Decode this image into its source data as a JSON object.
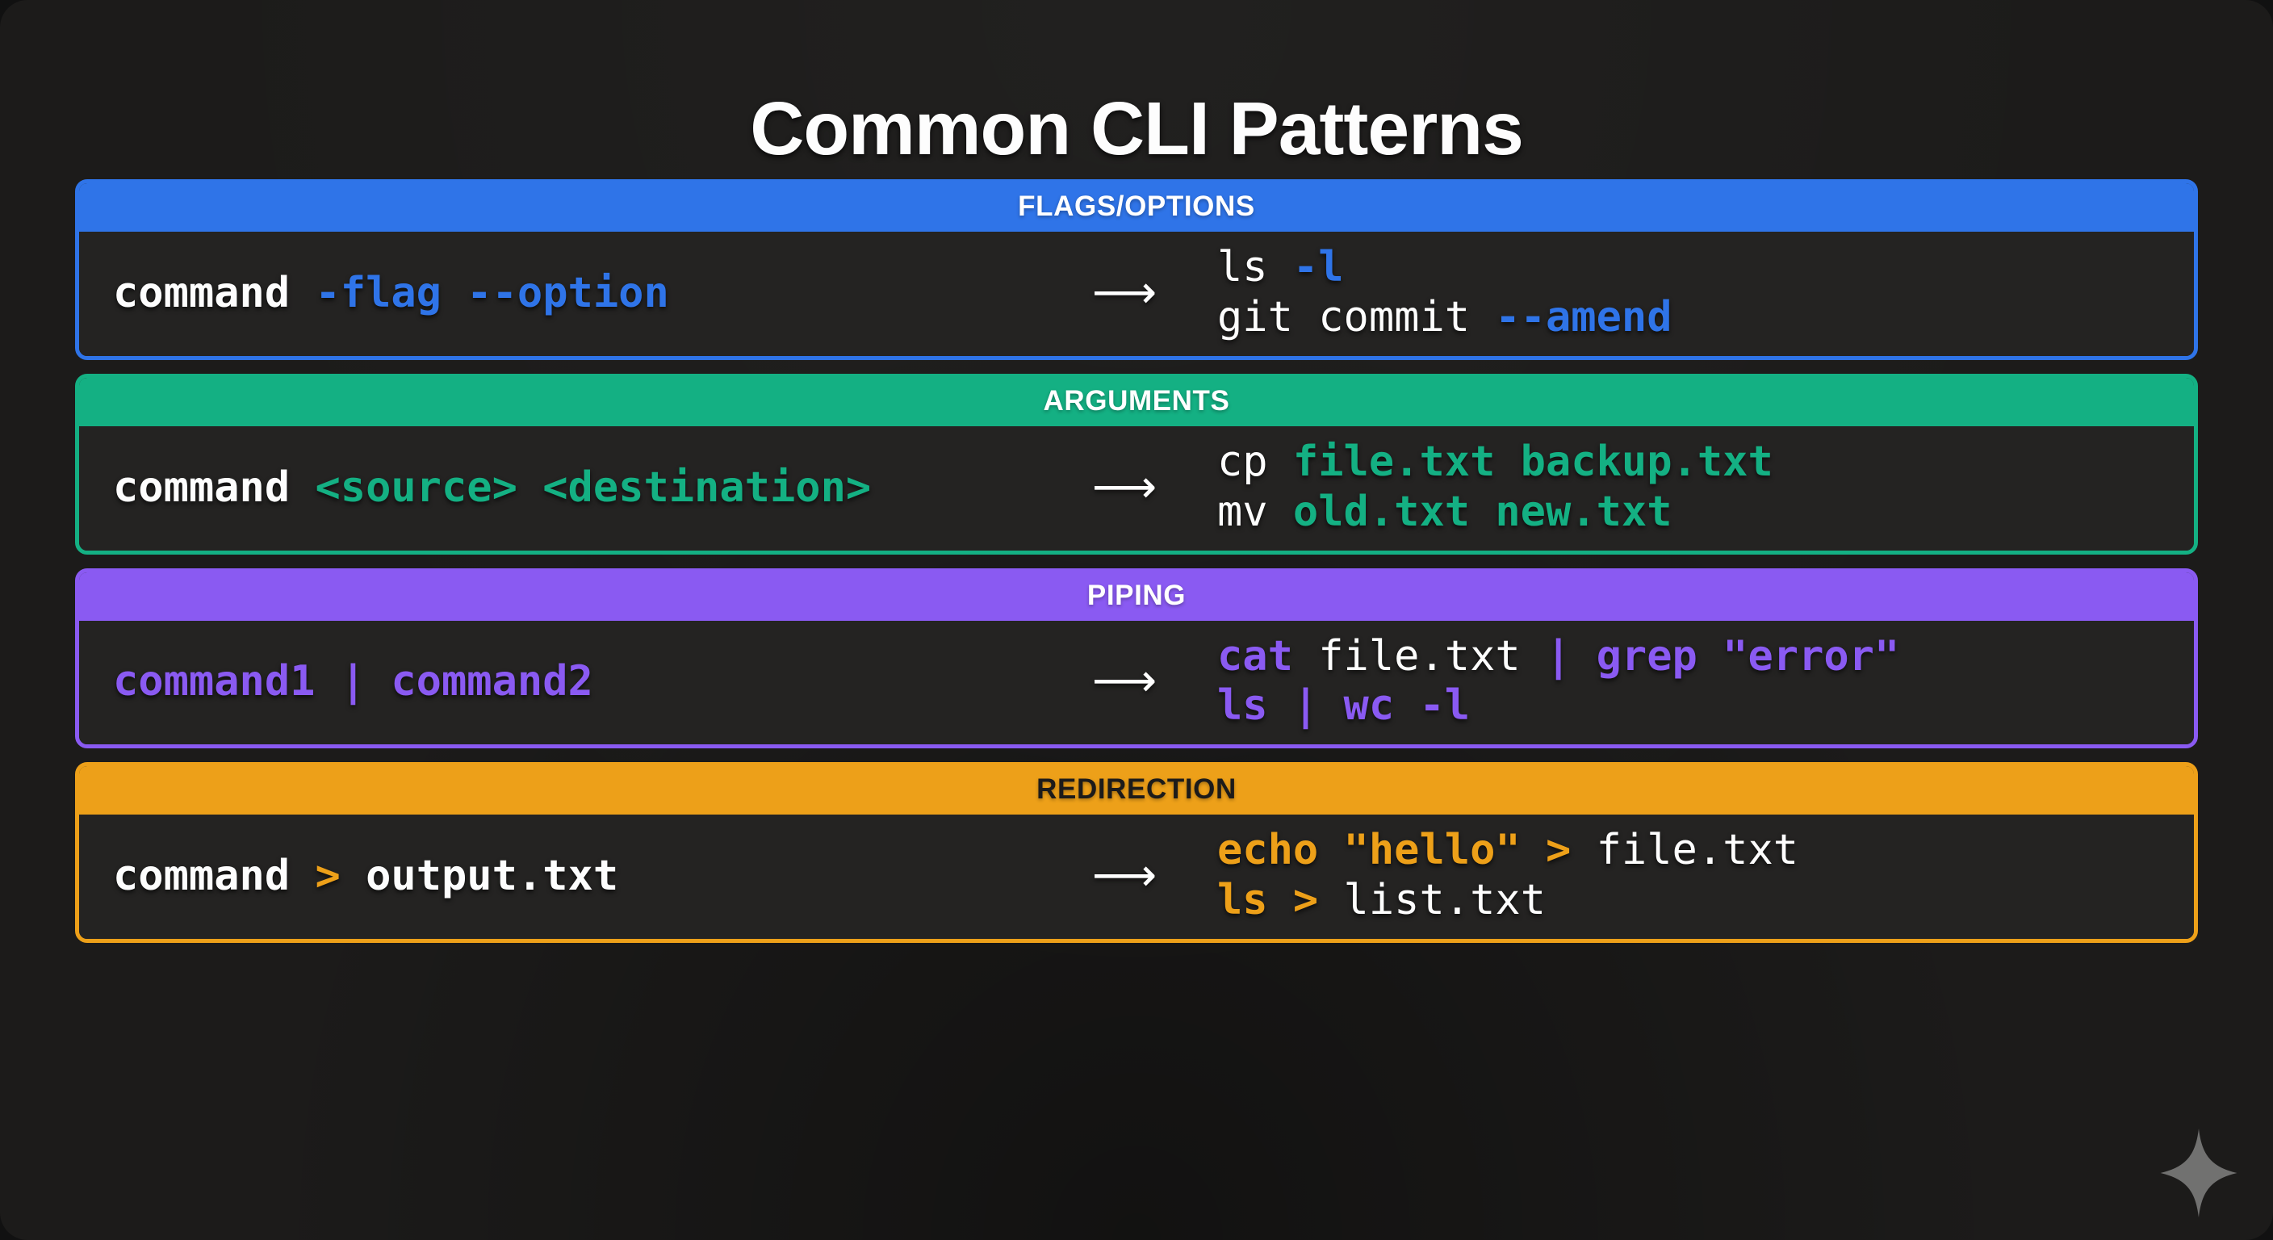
{
  "title": "Common CLI Patterns",
  "background_color": "#1c1b1a",
  "arrow_glyph": "⟶",
  "watermark": "sparkle-icon",
  "sections": [
    {
      "id": "flags-options",
      "header": "FLAGS/OPTIONS",
      "accent_color": "#2f74e8",
      "header_text_color": "#ffffff",
      "pattern": [
        {
          "text": "command ",
          "style": "white"
        },
        {
          "text": "-flag --option",
          "style": "accent"
        }
      ],
      "examples": [
        [
          {
            "text": "ls ",
            "style": "white"
          },
          {
            "text": "-l",
            "style": "accent"
          }
        ],
        [
          {
            "text": "git commit ",
            "style": "white"
          },
          {
            "text": "--amend",
            "style": "accent"
          }
        ]
      ]
    },
    {
      "id": "arguments",
      "header": "ARGUMENTS",
      "accent_color": "#14b083",
      "header_text_color": "#ffffff",
      "pattern": [
        {
          "text": "command ",
          "style": "white"
        },
        {
          "text": "<source> <destination>",
          "style": "accent"
        }
      ],
      "examples": [
        [
          {
            "text": "cp ",
            "style": "white"
          },
          {
            "text": "file.txt backup.txt",
            "style": "accent"
          }
        ],
        [
          {
            "text": "mv ",
            "style": "white"
          },
          {
            "text": "old.txt new.txt",
            "style": "accent"
          }
        ]
      ]
    },
    {
      "id": "piping",
      "header": "PIPING",
      "accent_color": "#8a5af2",
      "header_text_color": "#ffffff",
      "pattern": [
        {
          "text": "command1 | command2",
          "style": "accent"
        }
      ],
      "examples": [
        [
          {
            "text": "cat ",
            "style": "accent"
          },
          {
            "text": "file.txt ",
            "style": "white"
          },
          {
            "text": "| grep \"error\"",
            "style": "accent"
          }
        ],
        [
          {
            "text": "ls | wc -l",
            "style": "accent"
          }
        ]
      ]
    },
    {
      "id": "redirection",
      "header": "REDIRECTION",
      "accent_color": "#eda019",
      "header_text_color": "#1c1b1a",
      "pattern": [
        {
          "text": "command ",
          "style": "white"
        },
        {
          "text": "> ",
          "style": "accent"
        },
        {
          "text": "output.txt",
          "style": "white"
        }
      ],
      "examples": [
        [
          {
            "text": "echo \"hello\" > ",
            "style": "accent"
          },
          {
            "text": "file.txt",
            "style": "white"
          }
        ],
        [
          {
            "text": "ls > ",
            "style": "accent"
          },
          {
            "text": "list.txt",
            "style": "white"
          }
        ]
      ]
    }
  ]
}
